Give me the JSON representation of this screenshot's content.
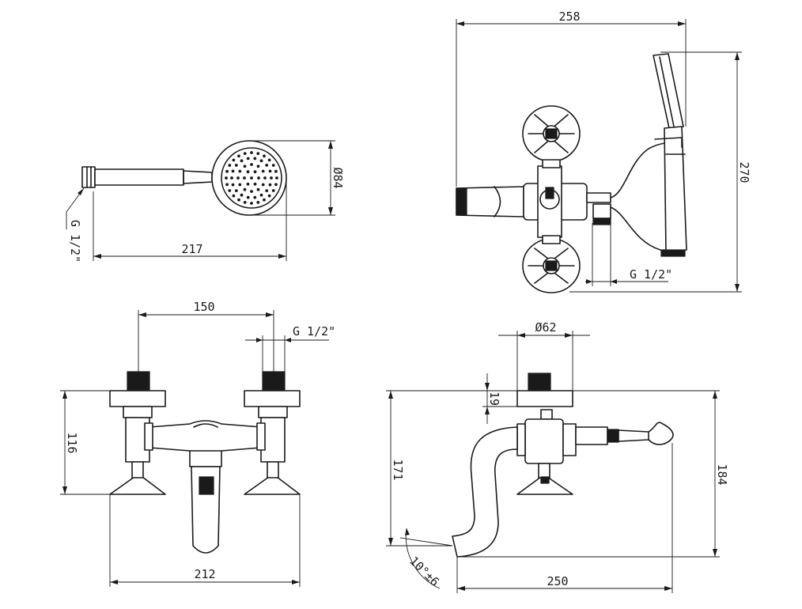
{
  "views": {
    "hand_shower": {
      "thread": "G 1/2\"",
      "length": "217",
      "head_diameter": "Ø84"
    },
    "top_view": {
      "width": "258",
      "depth": "270",
      "outlet_thread": "G 1/2\""
    },
    "front_view": {
      "spacing": "150",
      "inlet_thread": "G 1/2\"",
      "height": "116",
      "width": "212"
    },
    "side_view": {
      "escutcheon": "Ø62",
      "offset": "19",
      "body_height": "171",
      "total_height": "184",
      "spout_angle": "10°±6",
      "projection": "250"
    }
  },
  "colors": {
    "ink": "#1a1a1a",
    "paper": "#ffffff"
  }
}
